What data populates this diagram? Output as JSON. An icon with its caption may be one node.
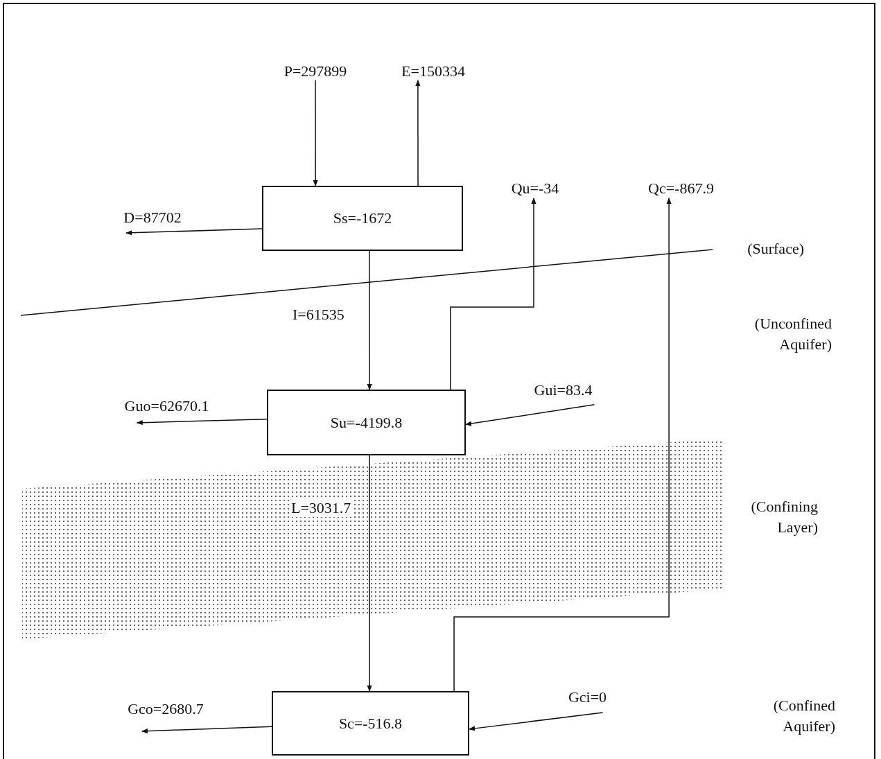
{
  "diagram": {
    "nodes": [
      {
        "text": [
          "P=297899"
        ]
      },
      {
        "text": [
          "E=150334"
        ]
      },
      {
        "text": [
          "Ss=-1672"
        ]
      },
      {
        "text": [
          "D=87702"
        ]
      },
      {
        "text": [
          "Qu=-34"
        ]
      },
      {
        "text": [
          "Qc=-867.9"
        ]
      },
      {
        "text": [
          "Su=-4199.8"
        ]
      },
      {
        "text": [
          "Guo=62670.1"
        ]
      },
      {
        "text": [
          "Gui=83.4"
        ]
      },
      {
        "text": [
          "Sc=-516.8"
        ]
      },
      {
        "text": [
          "Gco=2680.7"
        ]
      },
      {
        "text": [
          "Gci=0"
        ]
      }
    ],
    "edges": [
      {
        "from": 0,
        "to": 2,
        "arrow": "to"
      },
      {
        "from": 2,
        "to": 1,
        "arrow": "to"
      },
      {
        "from": 2,
        "to": 3,
        "arrow": "to"
      },
      {
        "from": 2,
        "to": 6,
        "arrow": "to",
        "label": "I=61535"
      },
      {
        "from": 6,
        "to": 4,
        "arrow": "to"
      },
      {
        "from": 8,
        "to": 6,
        "arrow": "to"
      },
      {
        "from": 6,
        "to": 7,
        "arrow": "to"
      },
      {
        "from": 6,
        "to": 9,
        "arrow": "to",
        "label": "L=3031.7"
      },
      {
        "from": 9,
        "to": 5,
        "arrow": "to"
      },
      {
        "from": 11,
        "to": 9,
        "arrow": "to"
      },
      {
        "from": 9,
        "to": 10,
        "arrow": "to"
      }
    ],
    "labels": [
      "(Surface)",
      "(Unconfined Aquifer)",
      "(Confining Layer)",
      "(Confined Aquifer)"
    ]
  }
}
